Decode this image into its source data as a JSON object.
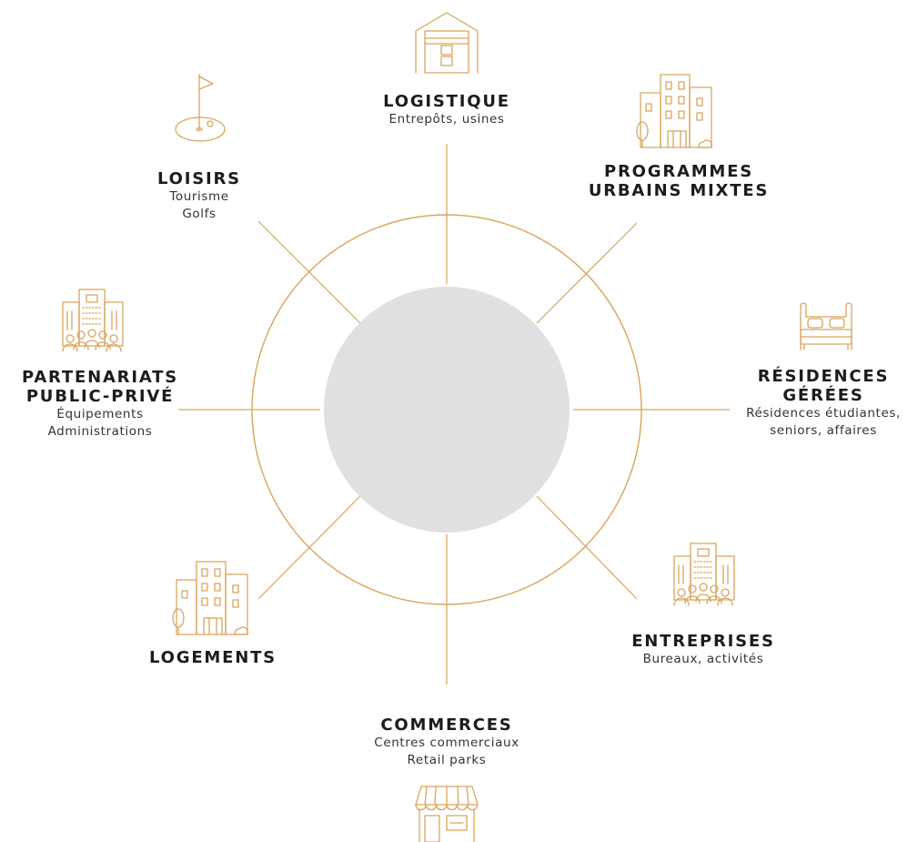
{
  "accent_color": "#d9a45c",
  "center_disc": {
    "fill": "#e4e4e4",
    "texture": "concrete"
  },
  "segments": [
    {
      "id": "logistique",
      "title_lines": [
        "LOGISTIQUE"
      ],
      "subtitle_lines": [
        "Entrepôts, usines"
      ],
      "icon": "warehouse-icon"
    },
    {
      "id": "programmes",
      "title_lines": [
        "PROGRAMMES",
        "URBAINS MIXTES"
      ],
      "subtitle_lines": [],
      "icon": "city-buildings-icon"
    },
    {
      "id": "residences",
      "title_lines": [
        "RÉSIDENCES",
        "GÉRÉES"
      ],
      "subtitle_lines": [
        "Résidences étudiantes,",
        "seniors, affaires"
      ],
      "icon": "bed-icon"
    },
    {
      "id": "entreprises",
      "title_lines": [
        "ENTREPRISES"
      ],
      "subtitle_lines": [
        "Bureaux, activités"
      ],
      "icon": "office-people-icon"
    },
    {
      "id": "commerces",
      "title_lines": [
        "COMMERCES"
      ],
      "subtitle_lines": [
        "Centres commerciaux",
        "Retail parks"
      ],
      "icon": "storefront-icon"
    },
    {
      "id": "logements",
      "title_lines": [
        "LOGEMENTS"
      ],
      "subtitle_lines": [],
      "icon": "housing-buildings-icon"
    },
    {
      "id": "ppp",
      "title_lines": [
        "PARTENARIATS",
        "PUBLIC-PRIVÉ"
      ],
      "subtitle_lines": [
        "Équipements",
        "Administrations"
      ],
      "icon": "public-building-people-icon"
    },
    {
      "id": "loisirs",
      "title_lines": [
        "LOISIRS"
      ],
      "subtitle_lines": [
        "Tourisme",
        "Golfs"
      ],
      "icon": "golf-flag-icon"
    }
  ]
}
